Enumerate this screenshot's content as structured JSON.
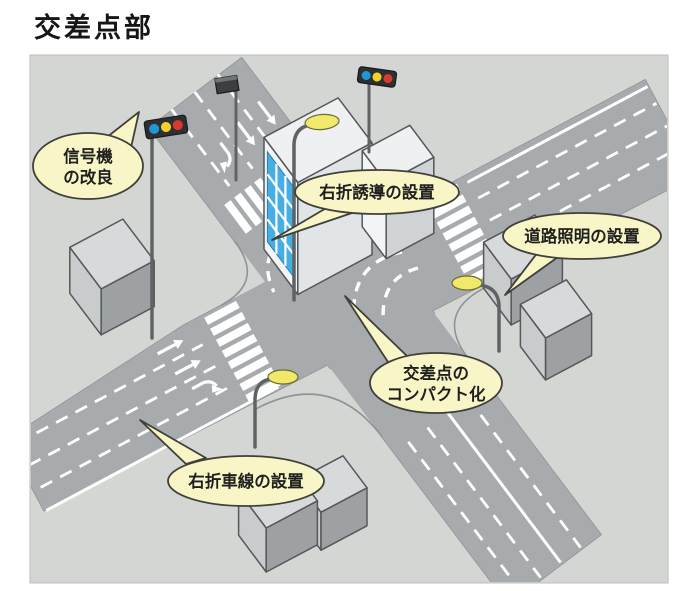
{
  "title": "交差点部",
  "diagram": {
    "type": "isometric-intersection-illustration",
    "callouts": {
      "signal": {
        "line1": "信号機",
        "line2": "の改良"
      },
      "guidance": {
        "label": "右折誘導の設置"
      },
      "lighting": {
        "label": "道路照明の設置"
      },
      "compact": {
        "line1": "交差点の",
        "line2": "コンパクト化"
      },
      "turn_lane": {
        "label": "右折車線の設置"
      }
    }
  },
  "colors": {
    "panel_bg": "#d4d6d3",
    "road": "#a7abad",
    "road_edge": "#8f9396",
    "marking": "#ffffff",
    "callout_fill": "#f8f5c6",
    "callout_border": "#403f3a",
    "signal_blue": "#2196d3",
    "signal_yellow": "#f2d229",
    "signal_red": "#d9392f",
    "signal_housing": "#2c3033",
    "lamp_yellow": "#f1e96b",
    "window_blue": "#45aee3"
  }
}
